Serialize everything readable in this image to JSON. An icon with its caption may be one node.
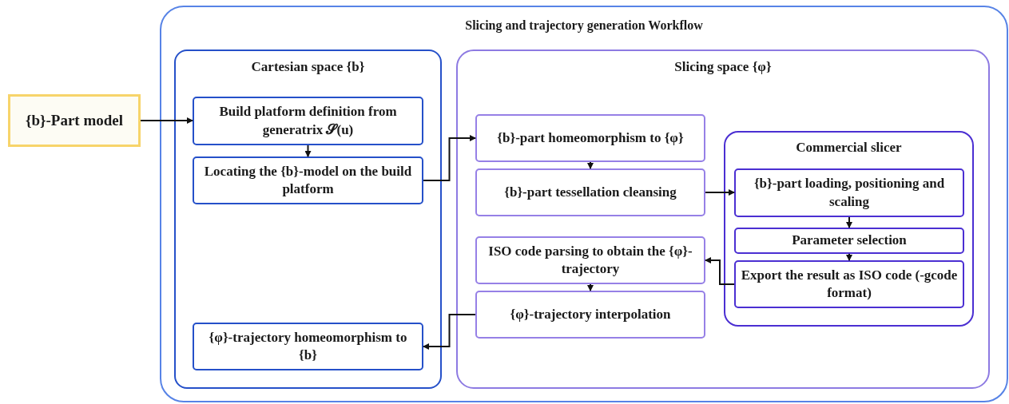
{
  "diagram": {
    "nodes": [
      {
        "text": [
          "{b}-Part model"
        ]
      },
      {
        "text": [
          "Slicing and trajectory generation Workflow"
        ]
      },
      {
        "text": [
          "Cartesian space {b}"
        ],
        "in": 1
      },
      {
        "text": [
          "Build platform definition from generatrix 𝓢(u)"
        ],
        "in": 2
      },
      {
        "text": [
          "Locating the {b}-model on the build platform"
        ],
        "in": 2
      },
      {
        "text": [
          "{φ}-trajectory homeomorphism to {b}"
        ],
        "in": 2
      },
      {
        "text": [
          "Slicing space {φ}"
        ],
        "in": 1
      },
      {
        "text": [
          "{b}-part homeomorphism to {φ}"
        ],
        "in": 6
      },
      {
        "text": [
          "{b}-part tessellation cleansing"
        ],
        "in": 6
      },
      {
        "text": [
          "Commercial slicer"
        ],
        "in": 6
      },
      {
        "text": [
          "{b}-part loading, positioning and scaling"
        ],
        "in": 9
      },
      {
        "text": [
          "Parameter selection"
        ],
        "in": 9
      },
      {
        "text": [
          "Export the result as ISO code (-gcode format)"
        ],
        "in": 9
      },
      {
        "text": [
          "ISO code parsing to obtain the {φ}-trajectory"
        ],
        "in": 6
      },
      {
        "text": [
          "{φ}-trajectory interpolation"
        ],
        "in": 6
      }
    ],
    "edges": [
      {
        "from": 0,
        "to": 3,
        "arrow": "to"
      },
      {
        "from": 3,
        "to": 4,
        "arrow": "to"
      },
      {
        "from": 4,
        "to": 7,
        "arrow": "to"
      },
      {
        "from": 7,
        "to": 8,
        "arrow": "to"
      },
      {
        "from": 8,
        "to": 10,
        "arrow": "to"
      },
      {
        "from": 10,
        "to": 11,
        "arrow": "to"
      },
      {
        "from": 11,
        "to": 12,
        "arrow": "to"
      },
      {
        "from": 12,
        "to": 13,
        "arrow": "to"
      },
      {
        "from": 13,
        "to": 14,
        "arrow": "to"
      },
      {
        "from": 14,
        "to": 5,
        "arrow": "to"
      }
    ]
  }
}
